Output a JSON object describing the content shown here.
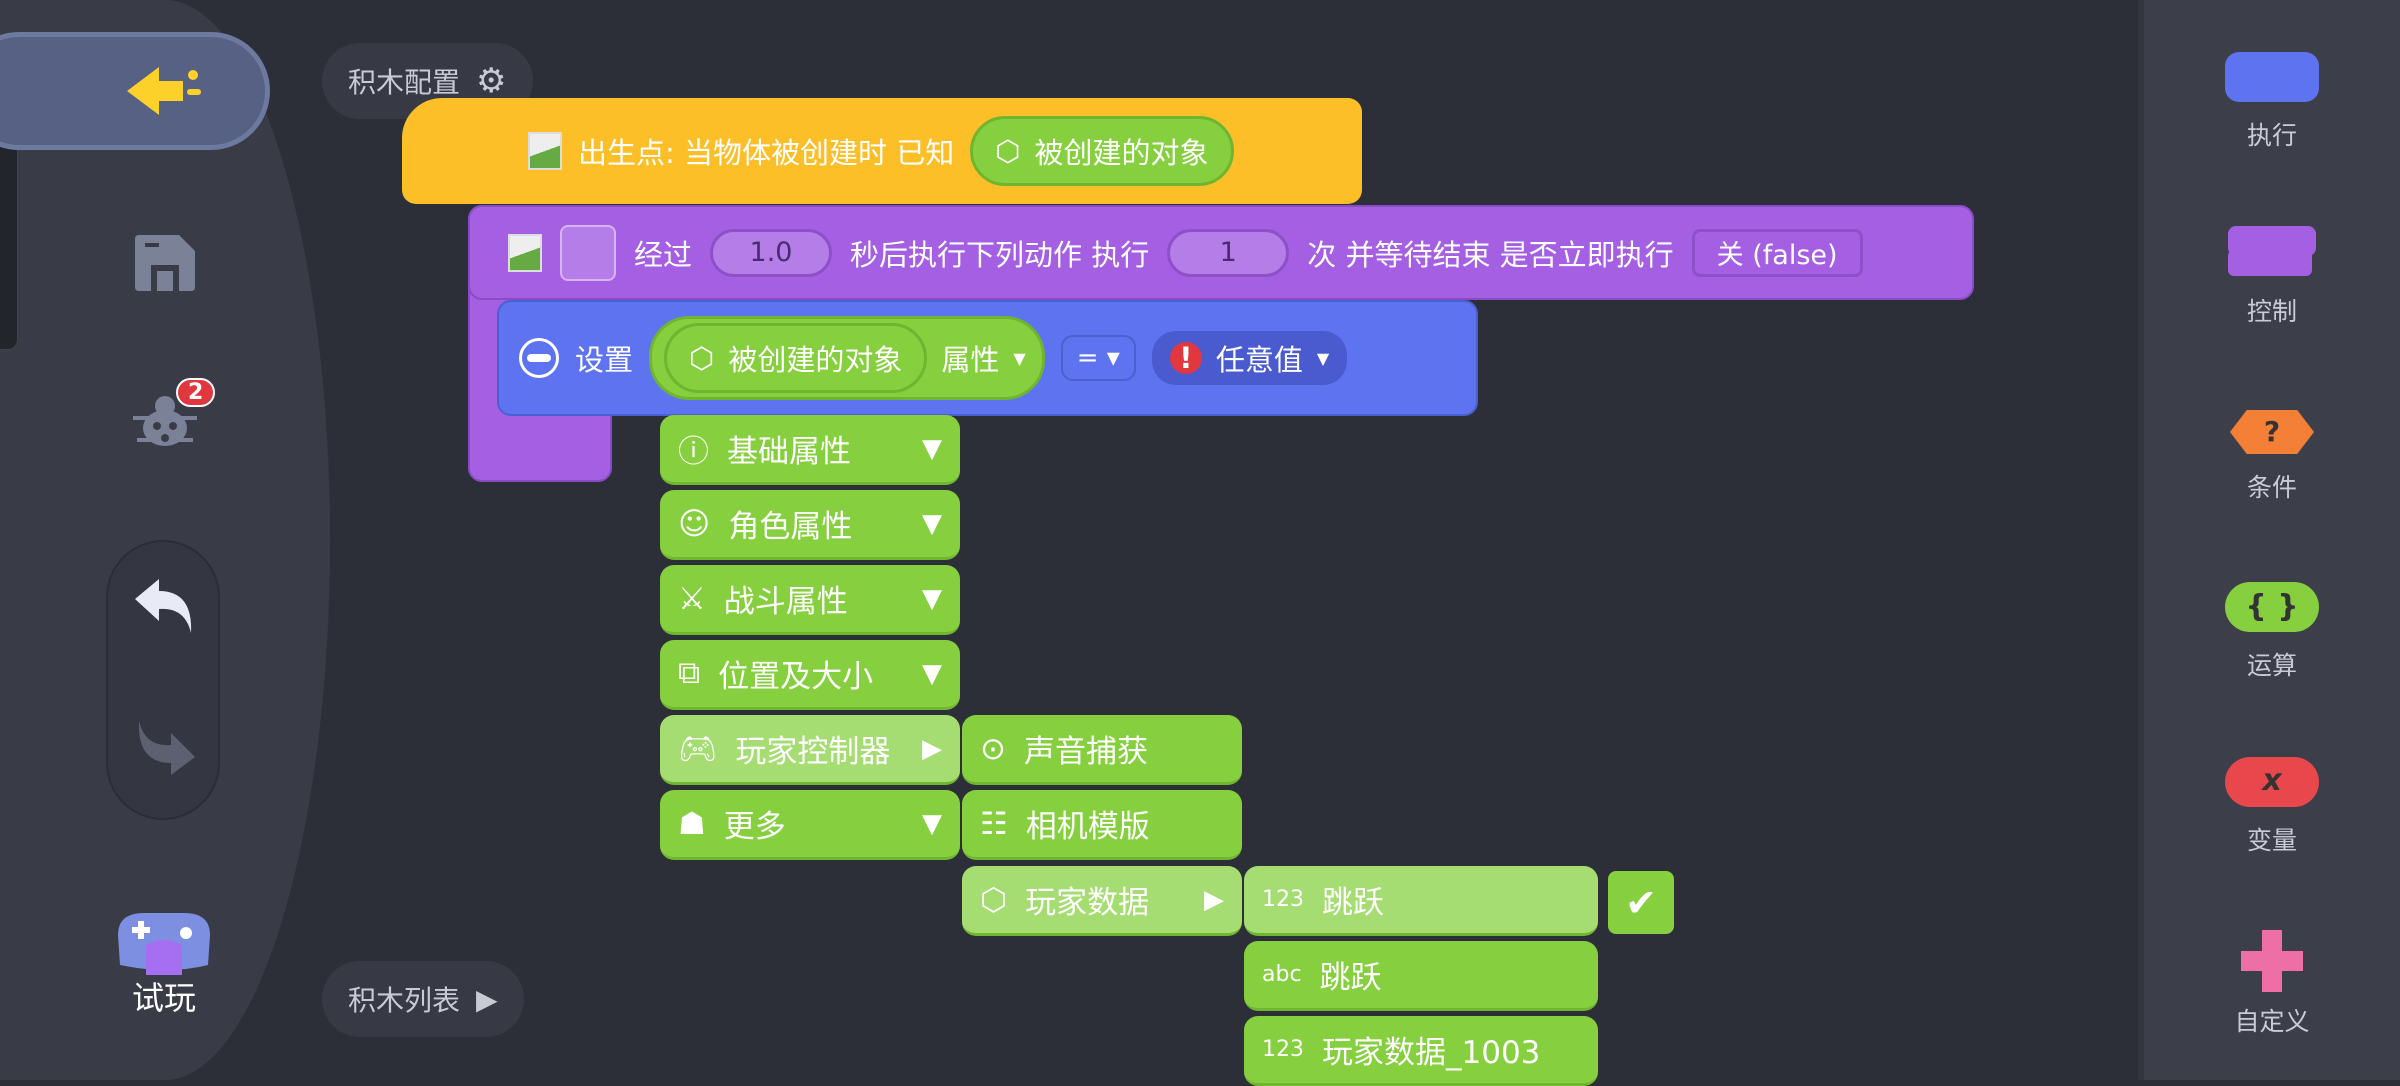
{
  "sidebar": {
    "debug_badge": "2",
    "play_label": "试玩"
  },
  "workspace": {
    "config_label": "积木配置",
    "list_label": "积木列表"
  },
  "hat_block": {
    "text": "出生点: 当物体被创建时 已知",
    "object": "被创建的对象"
  },
  "delay_block": {
    "prefix": "经过",
    "seconds": "1.0",
    "mid": "秒后执行下列动作 执行",
    "times": "1",
    "suffix": "次 并等待结束 是否立即执行",
    "toggle": "关 (false)"
  },
  "set_block": {
    "label": "设置",
    "object": "被创建的对象",
    "property": "属性",
    "operator": "=",
    "value": "任意值"
  },
  "menu": {
    "level1": [
      {
        "label": "基础属性",
        "icon": "info-icon"
      },
      {
        "label": "角色属性",
        "icon": "user-icon"
      },
      {
        "label": "战斗属性",
        "icon": "battle-icon"
      },
      {
        "label": "位置及大小",
        "icon": "transform-icon"
      },
      {
        "label": "玩家控制器",
        "icon": "gamepad-icon"
      },
      {
        "label": "更多",
        "icon": "hierarchy-icon"
      }
    ],
    "level2": [
      {
        "label": "声音捕获",
        "icon": "toggle-icon"
      },
      {
        "label": "相机模版",
        "icon": "list-icon"
      },
      {
        "label": "玩家数据",
        "icon": "cube-icon"
      }
    ],
    "level3": [
      {
        "type": "123",
        "label": "跳跃"
      },
      {
        "type": "abc",
        "label": "跳跃"
      },
      {
        "type": "123",
        "label": "玩家数据_1003"
      }
    ]
  },
  "categories": [
    {
      "label": "执行",
      "color": "#5e73f0"
    },
    {
      "label": "控制",
      "color": "#a45fe2"
    },
    {
      "label": "条件",
      "color": "#f47f36"
    },
    {
      "label": "运算",
      "color": "#86cf3e"
    },
    {
      "label": "变量",
      "color": "#e8474c"
    },
    {
      "label": "自定义",
      "color": "#ee6fa6"
    }
  ]
}
